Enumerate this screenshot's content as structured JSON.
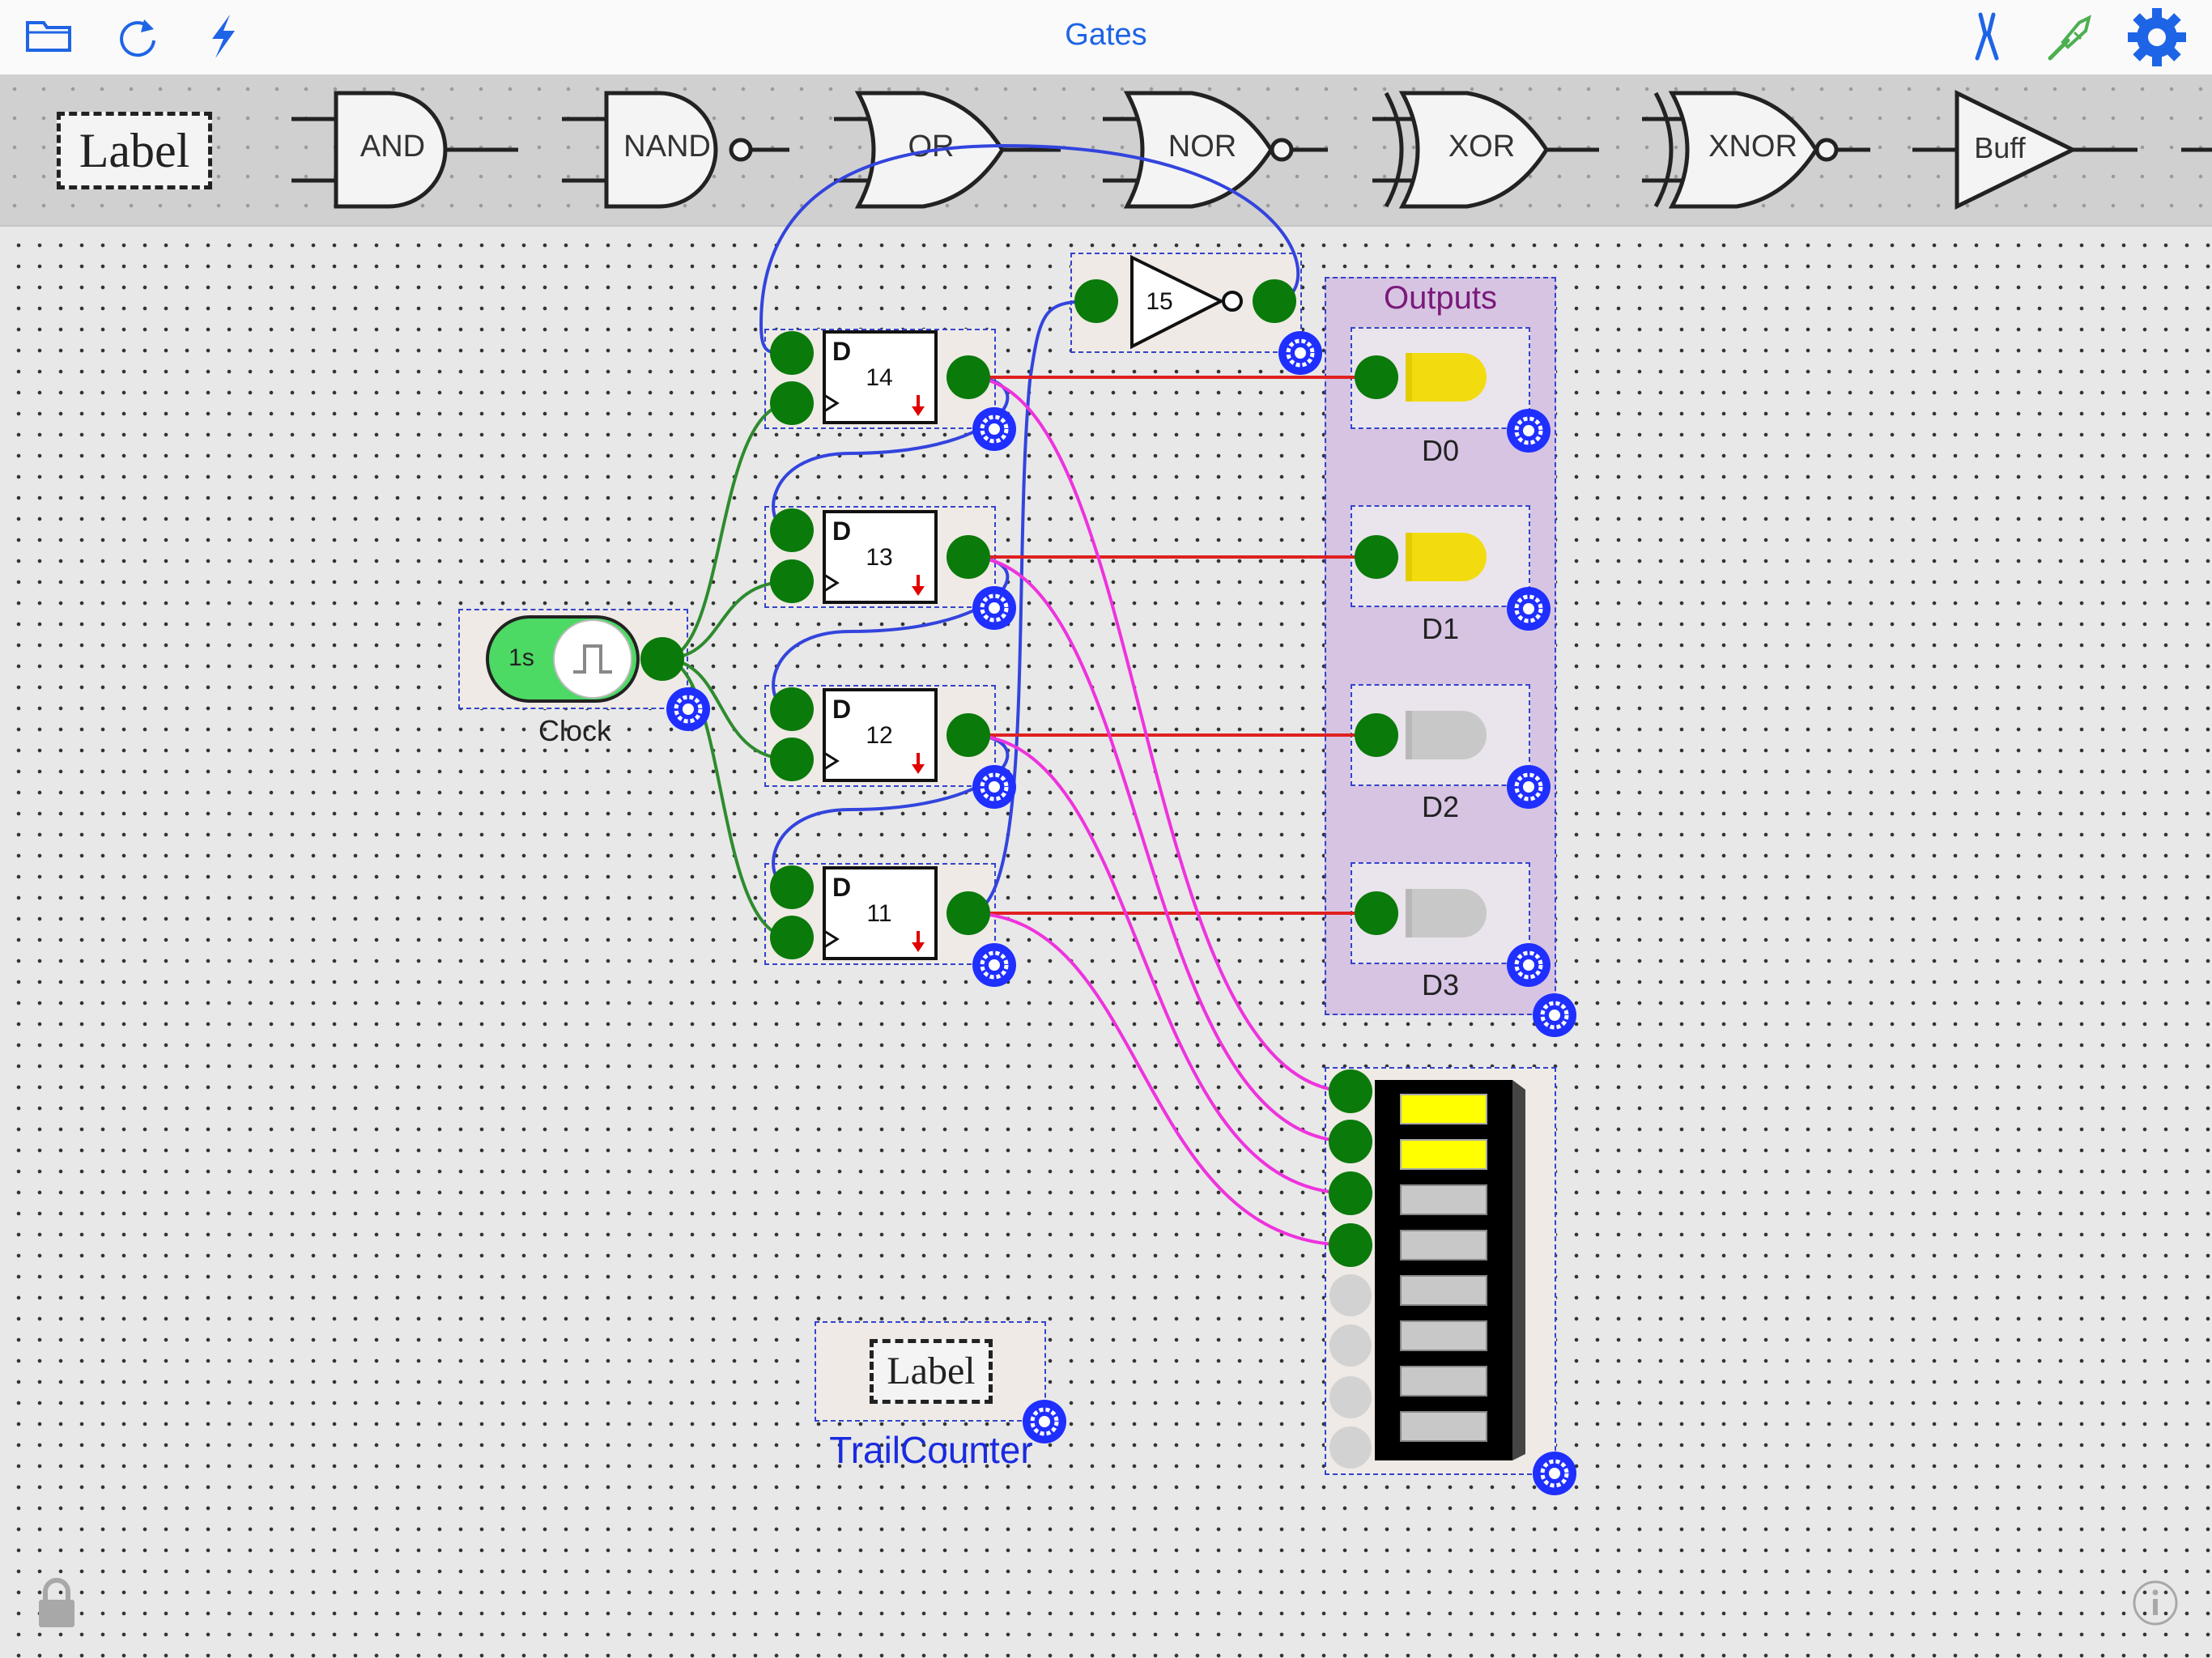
{
  "app": {
    "title": "Gates"
  },
  "toolbar": {
    "left_icons": [
      "folder-icon",
      "refresh-icon",
      "lightning-icon"
    ],
    "right_icons": [
      "wire-cutter-icon",
      "probe-icon",
      "gear-icon"
    ]
  },
  "palette": {
    "items": [
      {
        "name": "label-item",
        "label": "Label"
      },
      {
        "name": "and-gate-item",
        "label": "AND"
      },
      {
        "name": "nand-gate-item",
        "label": "NAND"
      },
      {
        "name": "or-gate-item",
        "label": "OR"
      },
      {
        "name": "nor-gate-item",
        "label": "NOR"
      },
      {
        "name": "xor-gate-item",
        "label": "XOR"
      },
      {
        "name": "xnor-gate-item",
        "label": "XNOR"
      },
      {
        "name": "buffer-gate-item",
        "label": "Buff"
      }
    ]
  },
  "circuit": {
    "clock": {
      "period_label": "1s",
      "name": "Clock"
    },
    "flipflops": [
      {
        "id": "14",
        "type_label": "D"
      },
      {
        "id": "13",
        "type_label": "D"
      },
      {
        "id": "12",
        "type_label": "D"
      },
      {
        "id": "11",
        "type_label": "D"
      }
    ],
    "inverter": {
      "id": "15"
    },
    "outputs": {
      "title": "Outputs",
      "leds": [
        {
          "label": "D0",
          "state": "on"
        },
        {
          "label": "D1",
          "state": "on"
        },
        {
          "label": "D2",
          "state": "off"
        },
        {
          "label": "D3",
          "state": "off"
        }
      ]
    },
    "bar_display": {
      "segments_lit": 2,
      "segments_total": 8
    },
    "trail_label": {
      "text": "Label",
      "name": "TrailCounter"
    }
  },
  "colors": {
    "accent": "#0033ff",
    "pin_active": "#0a7a0a",
    "wire_clock": "#2e8b2e",
    "wire_feedback": "#3344dd",
    "wire_output": "#e02020",
    "wire_bar": "#ee33dd",
    "led_on": "#f2dc10",
    "led_off": "#c8c8c8",
    "outputs_panel": "#d7c4e3",
    "outputs_title": "#7a1a7a"
  }
}
